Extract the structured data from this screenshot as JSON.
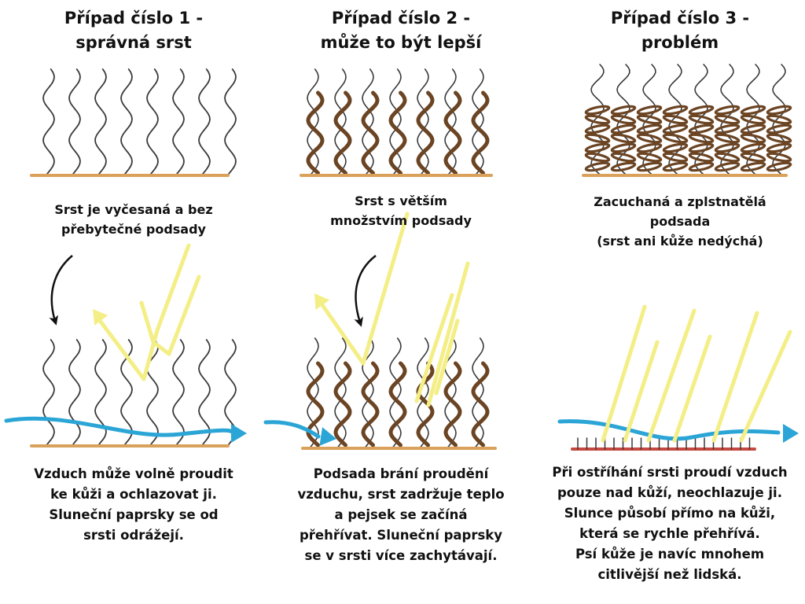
{
  "colors": {
    "thin_hair": "#3a3a3a",
    "undercoat": "#6b4423",
    "skin": "#d9a15a",
    "skin_shaved": "#c6483e",
    "sun": "#f4ee86",
    "air": "#2aa5d6",
    "arrow": "#111111"
  },
  "panels": [
    {
      "title": "Případ číslo 1 -\nsprávná srst",
      "caption": "Srst je vyčesaná a bez\npřebytečné podsady",
      "description": "Vzduch může volně proudit\nke kůži a ochlazovat ji.\nSluneční paprsky se od\nsrsti odrážejí."
    },
    {
      "title": "Případ číslo 2 -\nmůže to být lepší",
      "caption": "Srst s větším\nmnožstvím podsady",
      "description": "Podsada brání proudění\nvzduchu, srst zadržuje teplo\na pejsek se začíná\npřehřívat. Sluneční paprsky\nse v srsti více zachytávají."
    },
    {
      "title": "Případ číslo 3 -\nproblém",
      "caption": "Zacuchaná a zplstnatělá\npodsada\n(srst ani kůže nedýchá)",
      "description": "Při ostříhání srsti proudí vzduch\npouze nad kůží, neochlazuje ji.\nSlunce působí přímo na kůži,\nkterá se rychle přehřívá.\nPsí kůže je navíc mnohem\ncitlivější než lidská."
    }
  ]
}
